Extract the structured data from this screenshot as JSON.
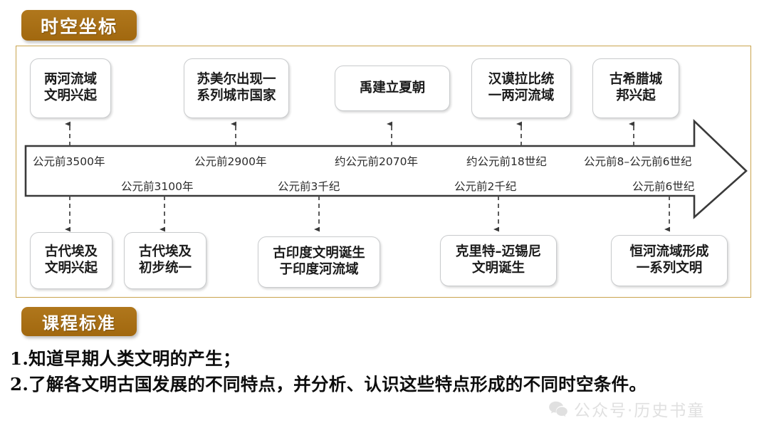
{
  "slide": {
    "badges": {
      "spacetime": "时空坐标",
      "standard": "课程标准"
    },
    "colors": {
      "badge_brown": "#a96e16",
      "panel_border_gold": "#c9a44e",
      "box_border_gray": "#c9cbcd",
      "text_black": "#1a1a1a",
      "watermark_gray": "#b7b7b7"
    }
  },
  "timeline": {
    "top_events": [
      {
        "id": "top-1",
        "label": "两河流域\n文明兴起"
      },
      {
        "id": "top-2",
        "label": "苏美尔出现一\n系列城市国家"
      },
      {
        "id": "top-3",
        "label": "禹建立夏朝"
      },
      {
        "id": "top-4",
        "label": "汉谟拉比统\n一两河流域"
      },
      {
        "id": "top-5",
        "label": "古希腊城\n邦兴起"
      }
    ],
    "bottom_events": [
      {
        "id": "bot-1",
        "label": "古代埃及\n文明兴起"
      },
      {
        "id": "bot-2",
        "label": "古代埃及\n初步统一"
      },
      {
        "id": "bot-3",
        "label": "古印度文明诞生\n于印度河流域"
      },
      {
        "id": "bot-4",
        "label": "克里特–迈锡尼\n文明诞生"
      },
      {
        "id": "bot-5",
        "label": "恒河流域形成\n一系列文明"
      }
    ],
    "upper_dates": [
      {
        "id": "date-u1",
        "label": "公元前3500年"
      },
      {
        "id": "date-u2",
        "label": "公元前2900年"
      },
      {
        "id": "date-u3",
        "label": "约公元前2070年"
      },
      {
        "id": "date-u4",
        "label": "约公元前18世纪"
      },
      {
        "id": "date-u5",
        "label": "公元前8–公元前6世纪"
      }
    ],
    "lower_dates": [
      {
        "id": "date-l1",
        "label": "公元前3100年"
      },
      {
        "id": "date-l2",
        "label": "公元前3千纪"
      },
      {
        "id": "date-l3",
        "label": "公元前2千纪"
      },
      {
        "id": "date-l4",
        "label": "公元前6世纪"
      }
    ]
  },
  "course_standard": {
    "line1": "1.知道早期人类文明的产生；",
    "line2": "2.了解各文明古国发展的不同特点，并分析、认识这些特点形成的不同时空条件。"
  },
  "watermark": {
    "icon": "wechat-icon",
    "text": "公众号·历史书童"
  }
}
